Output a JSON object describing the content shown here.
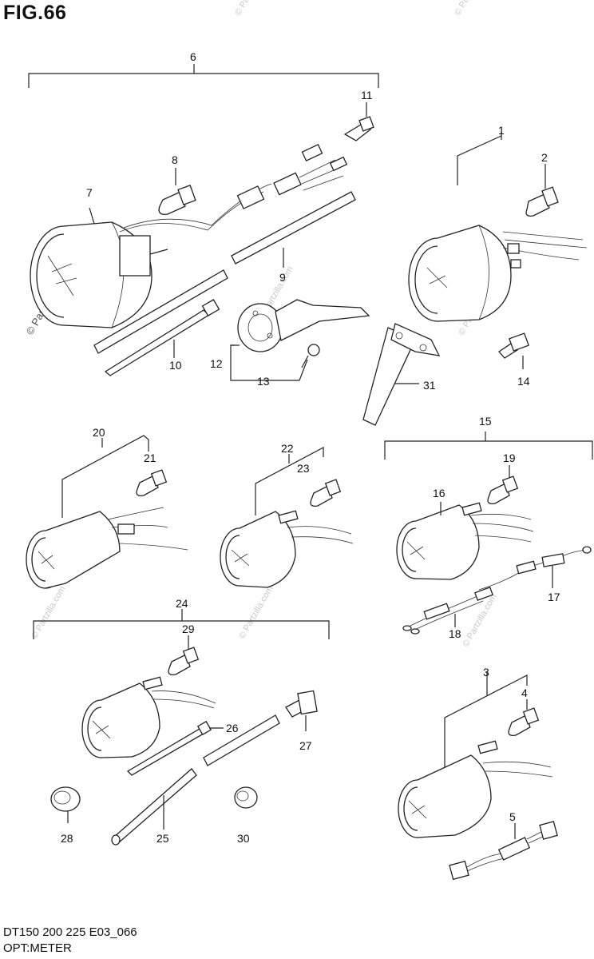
{
  "header": {
    "title": "FIG.66"
  },
  "footer": {
    "model": "DT150 200 225 E03_066",
    "section": "OPT:METER"
  },
  "watermark": "© Partzilla.com",
  "callouts": [
    "1",
    "2",
    "3",
    "4",
    "5",
    "6",
    "7",
    "8",
    "9",
    "10",
    "11",
    "12",
    "13",
    "14",
    "15",
    "16",
    "17",
    "18",
    "19",
    "20",
    "21",
    "22",
    "23",
    "24",
    "25",
    "26",
    "27",
    "28",
    "29",
    "30",
    "31"
  ]
}
